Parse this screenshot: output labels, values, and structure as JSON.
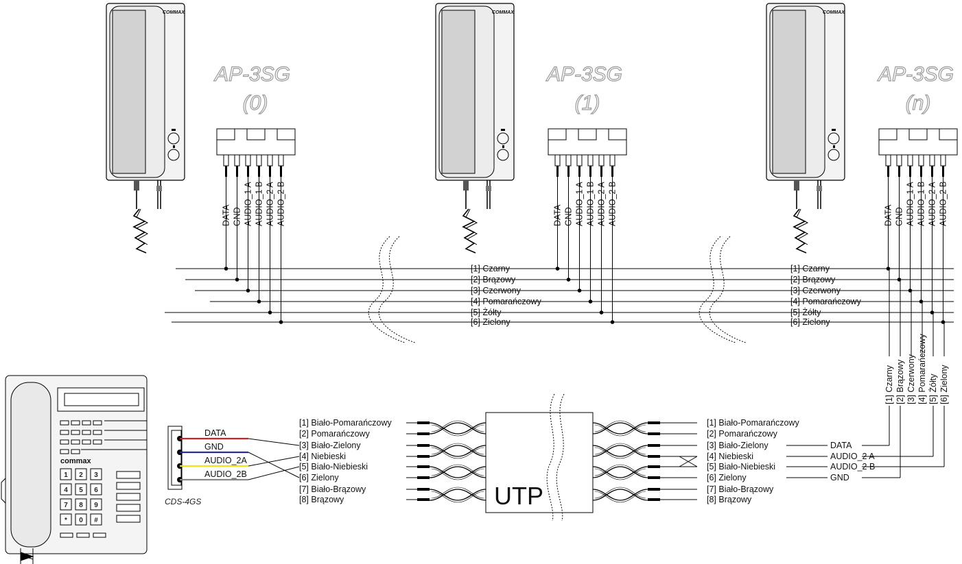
{
  "monitors": [
    {
      "brand": "COMMAX",
      "model": "AP-3SG",
      "index": "(0)"
    },
    {
      "brand": "COMMAX",
      "model": "AP-3SG",
      "index": "(1)"
    },
    {
      "brand": "COMMAX",
      "model": "AP-3SG",
      "index": "(n)"
    }
  ],
  "terminal_labels": [
    "DATA",
    "GND",
    "AUDIO_1 A",
    "AUDIO_1 B",
    "AUDIO_2 A",
    "AUDIO_2 B"
  ],
  "bus_wires": [
    "[1] Czarny",
    "[2] Brązowy",
    "[3] Czerwony",
    "[4] Pomarańczowy",
    "[5] Żółty",
    "[6] Zielony"
  ],
  "vertical_wires": [
    "[1] Czarny",
    "[2] Brązowy",
    "[3] Czerwony",
    "[4] Pomarańczowy",
    "[5] Żółty",
    "[6] Zielony"
  ],
  "utp": {
    "label": "UTP",
    "pairs_left": [
      "[1] Biało-Pomarańczowy",
      "[2] Pomarańczowy",
      "[3] Biało-Zielony",
      "[4] Niebieski",
      "[5] Biało-Niebieski",
      "[6] Zielony",
      "[7] Biało-Brązowy",
      "[8] Brązowy"
    ],
    "pairs_right": [
      "[1] Biało-Pomarańczowy",
      "[2] Pomarańczowy",
      "[3] Biało-Zielony",
      "[4] Niebieski",
      "[5] Biało-Niebieski",
      "[6] Zielony",
      "[7] Biało-Brązowy",
      "[8] Brązowy"
    ],
    "right_signals": [
      "DATA",
      "AUDIO_2 A",
      "AUDIO_2 B",
      "GND"
    ]
  },
  "guard_unit": {
    "name": "CDS-4GS",
    "brand": "commax",
    "keys": [
      "1",
      "2",
      "3",
      "4",
      "5",
      "6",
      "7",
      "8",
      "9",
      "*",
      "0",
      "#"
    ],
    "terminals": [
      {
        "label": "DATA",
        "color": "#d22020"
      },
      {
        "label": "GND",
        "color": "#2b2b9a"
      },
      {
        "label": "AUDIO_2A",
        "color": "#f2e21a"
      },
      {
        "label": "AUDIO_2B",
        "color": "#888888"
      }
    ]
  }
}
